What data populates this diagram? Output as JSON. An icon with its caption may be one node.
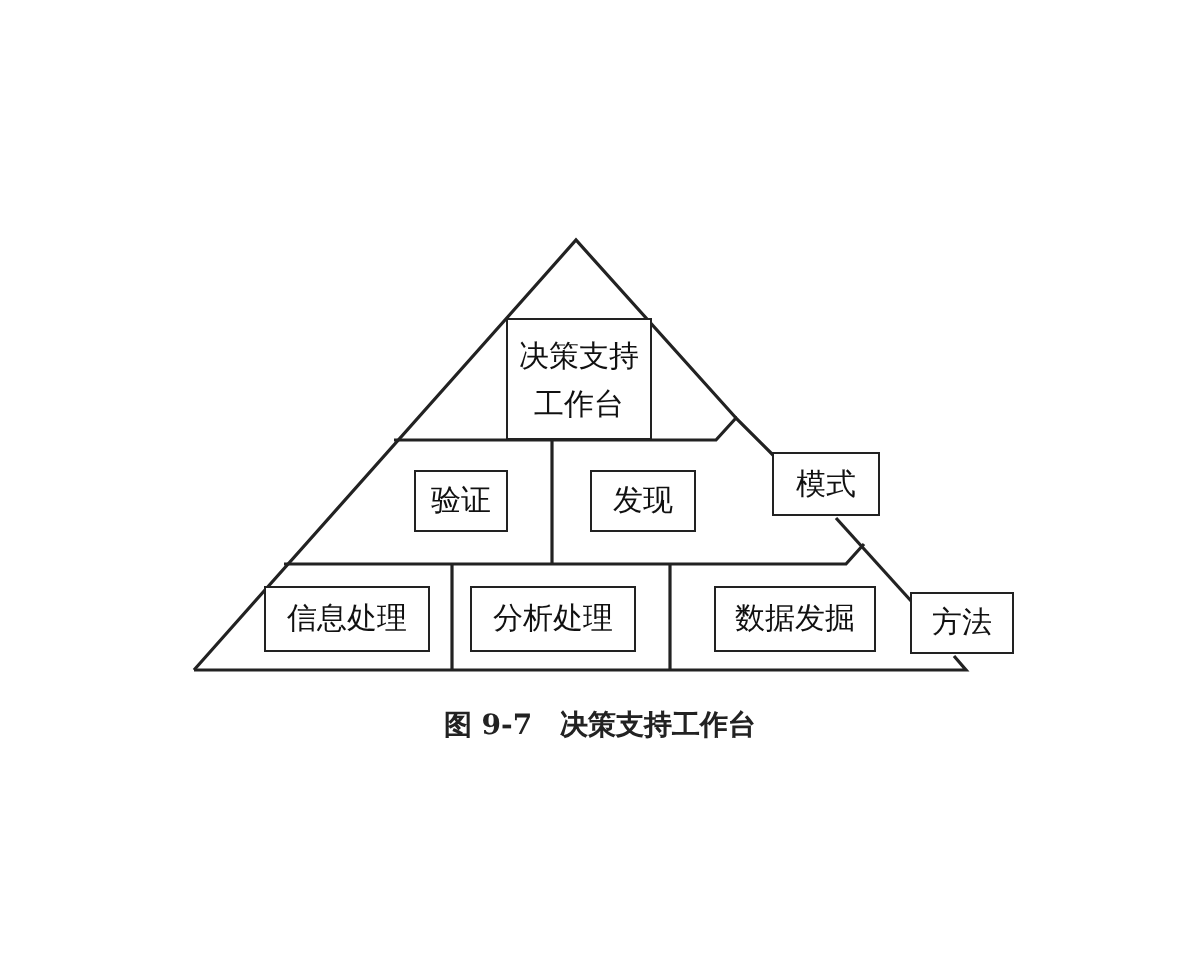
{
  "diagram": {
    "caption": "图 9-7　决策支持工作台",
    "nodes": [
      {
        "text": [
          "决策支持工作台"
        ]
      },
      {
        "text": [
          "验证"
        ]
      },
      {
        "text": [
          "发现"
        ]
      },
      {
        "text": [
          "模式"
        ]
      },
      {
        "text": [
          "信息处理"
        ]
      },
      {
        "text": [
          "分析处理"
        ]
      },
      {
        "text": [
          "数据发掘"
        ]
      },
      {
        "text": [
          "方法"
        ]
      }
    ]
  }
}
